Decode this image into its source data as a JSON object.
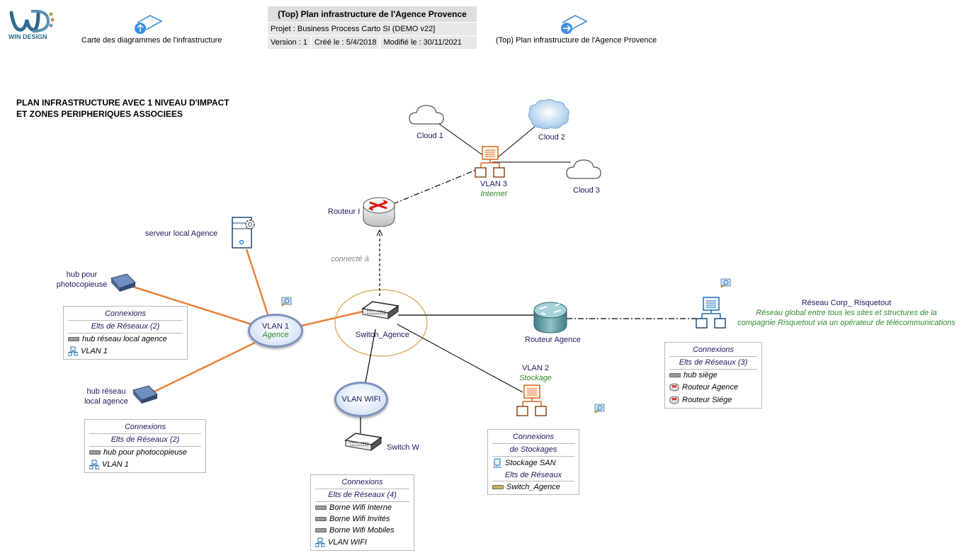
{
  "header": {
    "logo_text": "WIN DESIGN",
    "nav_up_label": "Carte des diagrammes de l'infrastructure",
    "nav_next_label": "(Top) Plan infrastructure  de l'Agence Provence",
    "title_block": {
      "title": "(Top) Plan infrastructure  de l'Agence Provence",
      "project": "Projet : Business Process Carto SI (DEMO v22]",
      "version": "Version : 1",
      "created": "Créé le : 5/4/2018",
      "modified": "Modifié le : 30/11/2021"
    }
  },
  "diagram": {
    "title_line1": "PLAN INFRASTRUCTURE AVEC 1 NIVEAU D'IMPACT",
    "title_line2": "ET ZONES PERIPHERIQUES ASSOCIEES",
    "nodes": {
      "cloud1": "Cloud 1",
      "cloud2": "Cloud 2",
      "cloud3": "Cloud 3",
      "vlan3": "VLAN 3",
      "vlan3_sub": "Internet",
      "routeur_i": "Routeur I",
      "connecte": "connecté à",
      "serveur": "serveur local  Agence",
      "hub_photo_l1": "hub pour",
      "hub_photo_l2": "photocopieuse",
      "vlan1": "VLAN 1",
      "vlan1_sub": "Agence",
      "switch_agence": "Switch_Agence",
      "routeur_agence": "Routeur Agence",
      "hub_local_l1": "hub réseau",
      "hub_local_l2": "local agence",
      "vlan_wifi": "VLAN WIFI",
      "switch_w": "Switch W",
      "vlan2": "VLAN 2",
      "vlan2_sub": "Stockage",
      "reseau_corp": "Réseau Corp_ Risquetout",
      "reseau_corp_desc1": "Réseau global entre tous les sites et structures de la",
      "reseau_corp_desc2": "compagnie Risquetout via un opérateur de télécommunications"
    },
    "connection_boxes": {
      "vlan1_box": {
        "title": "Connexions",
        "section": "Elts de Réseaux (2)",
        "items": [
          "hub réseau local agence",
          "VLAN 1"
        ]
      },
      "hub_local_box": {
        "title": "Connexions",
        "section": "Elts de Réseaux (2)",
        "items": [
          "hub pour photocopieuse",
          "VLAN 1"
        ]
      },
      "wifi_box": {
        "title": "Connexions",
        "section": "Elts de Réseaux (4)",
        "items": [
          "Borne Wifi Interne",
          "Borne Wifi Invités",
          "Borne Wifi Mobiles",
          "VLAN WIFI"
        ]
      },
      "vlan2_box": {
        "title": "Connexions",
        "section1": "de Stockages",
        "item1": "Stockage SAN",
        "section2": "Elts de Réseaux",
        "item2": "Switch_Agence"
      },
      "corp_box": {
        "title": "Connexions",
        "section": "Elts de Réseaux (3)",
        "items": [
          "hub siège",
          "Routeur Agence",
          "Routeur Siége"
        ]
      }
    }
  },
  "colors": {
    "label_text": "#1a1a5e",
    "subtitle_green": "#2e8b2e",
    "link_orange": "#e8813a",
    "vlan_orange": "#d9661e",
    "network_blue": "#1f6fb5"
  }
}
